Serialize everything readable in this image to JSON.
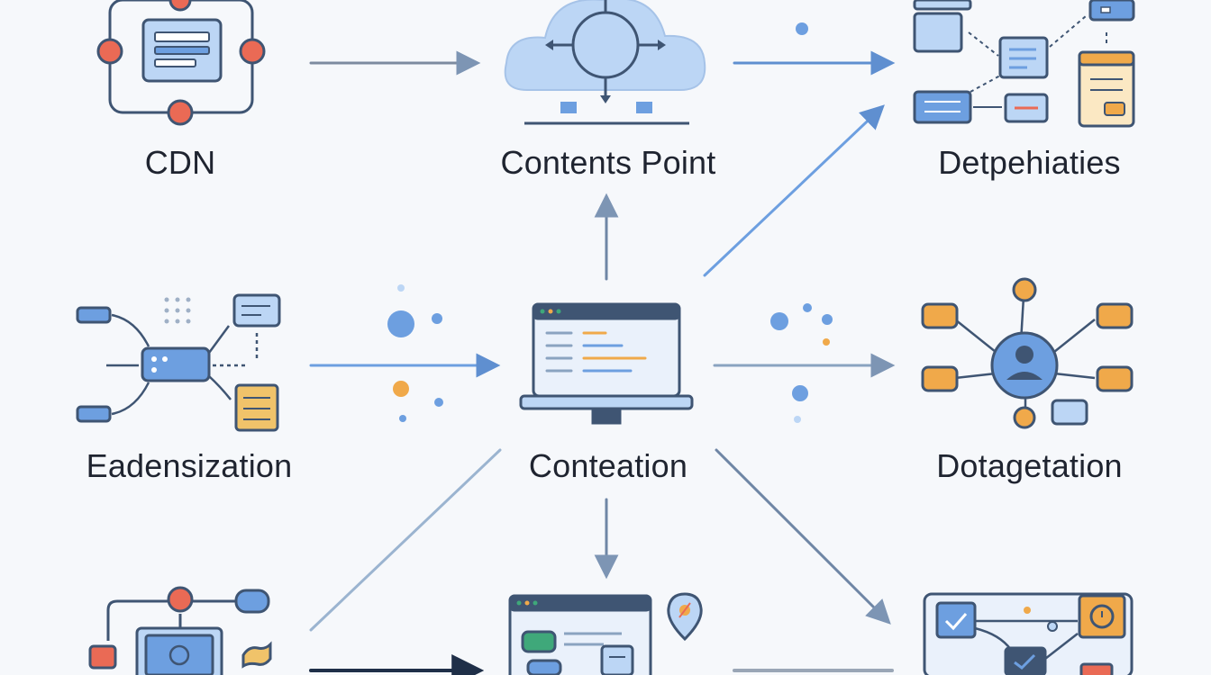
{
  "nodes": [
    {
      "id": "cdn",
      "label": "CDN",
      "icon": "network-router-icon"
    },
    {
      "id": "contents-point",
      "label": "Contents Point",
      "icon": "cloud-icon"
    },
    {
      "id": "detpehiaties",
      "label": "Detрehiaties",
      "icon": "dashboard-flow-icon"
    },
    {
      "id": "eadensization",
      "label": "Eadensization",
      "icon": "hub-switch-icon"
    },
    {
      "id": "conteation",
      "label": "Conteation",
      "icon": "laptop-icon"
    },
    {
      "id": "dotagetation",
      "label": "Dotagetation",
      "icon": "user-network-icon"
    },
    {
      "id": "bottom-left",
      "label": "",
      "icon": "device-network-icon"
    },
    {
      "id": "bottom-center",
      "label": "",
      "icon": "laptop-dashboard-icon"
    },
    {
      "id": "bottom-right",
      "label": "",
      "icon": "monitoring-board-icon"
    }
  ],
  "connections": [
    {
      "from": "cdn",
      "to": "contents-point"
    },
    {
      "from": "contents-point",
      "to": "detpehiaties"
    },
    {
      "from": "eadensization",
      "to": "conteation"
    },
    {
      "from": "conteation",
      "to": "contents-point"
    },
    {
      "from": "conteation",
      "to": "detpehiaties"
    },
    {
      "from": "conteation",
      "to": "dotagetation"
    },
    {
      "from": "conteation",
      "to": "bottom-center"
    },
    {
      "from": "conteation",
      "to": "bottom-right"
    },
    {
      "from": "bottom-left",
      "to": "conteation"
    },
    {
      "from": "bottom-left",
      "to": "bottom-center"
    },
    {
      "from": "bottom-center",
      "to": "bottom-right"
    }
  ],
  "colors": {
    "stroke": "#3f5573",
    "blue": "#6d9fe0",
    "light_blue": "#bcd6f5",
    "orange": "#f0a94a",
    "red": "#ea6a55",
    "green": "#3fa87a",
    "arrow": "#8aa3c0",
    "arrow_dark": "#6f86a5"
  }
}
